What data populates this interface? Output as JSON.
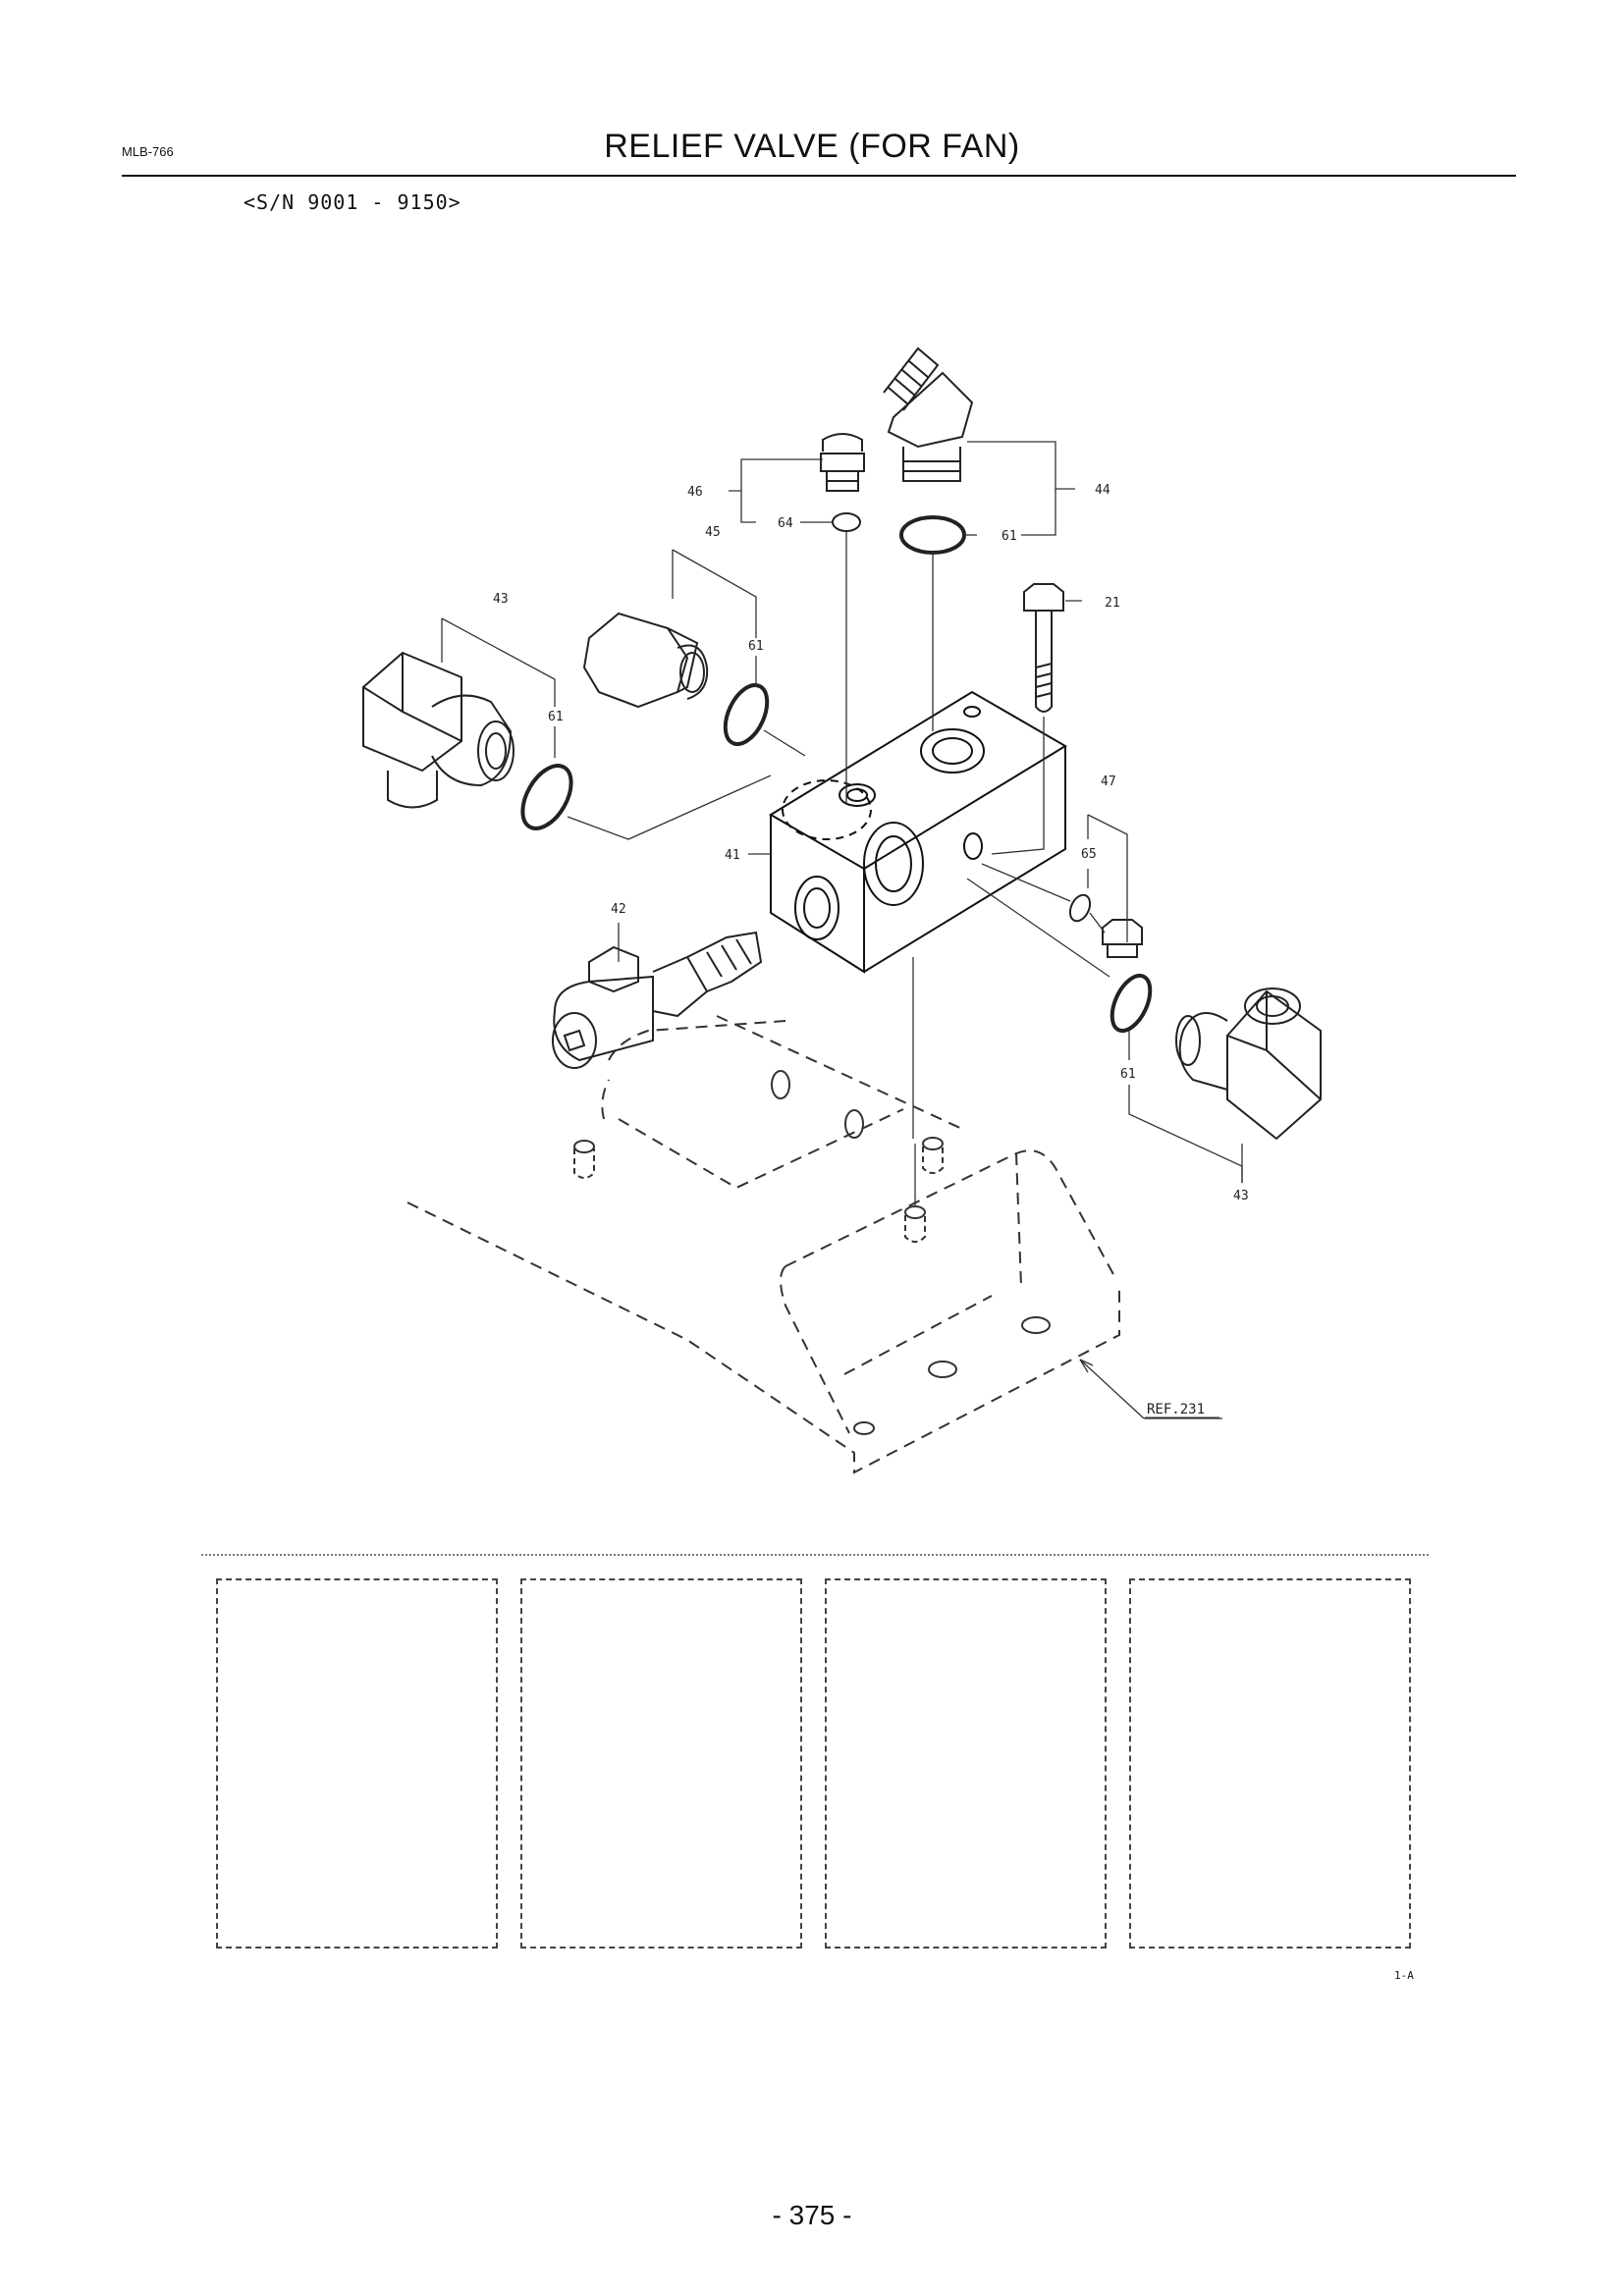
{
  "document": {
    "code": "MLB-766",
    "title": "RELIEF VALVE (FOR FAN)",
    "serial_range": "<S/N 9001 - 9150>",
    "sheet_ref": "1-A",
    "page_number": "- 375 -"
  },
  "diagram": {
    "callouts": [
      "46",
      "44",
      "64",
      "61",
      "45",
      "21",
      "43",
      "61",
      "61",
      "47",
      "65",
      "41",
      "42",
      "61",
      "43"
    ],
    "reference": "REF.231"
  },
  "blank_boxes": 4
}
